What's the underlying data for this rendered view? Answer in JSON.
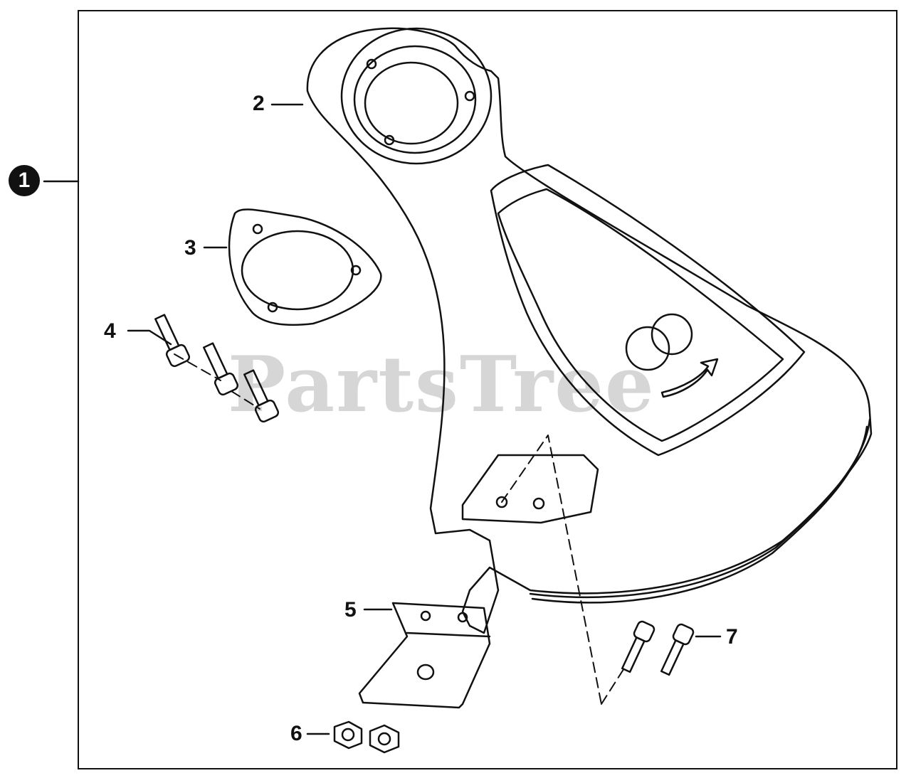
{
  "callouts": {
    "kit": "1",
    "guard": "2",
    "retainer": "3",
    "screw_set": "4",
    "bracket": "5",
    "nut": "6",
    "blade_screw": "7"
  },
  "watermark": "PartsTree",
  "colors": {
    "line": "#111111",
    "watermark": "#c9c9c9"
  }
}
